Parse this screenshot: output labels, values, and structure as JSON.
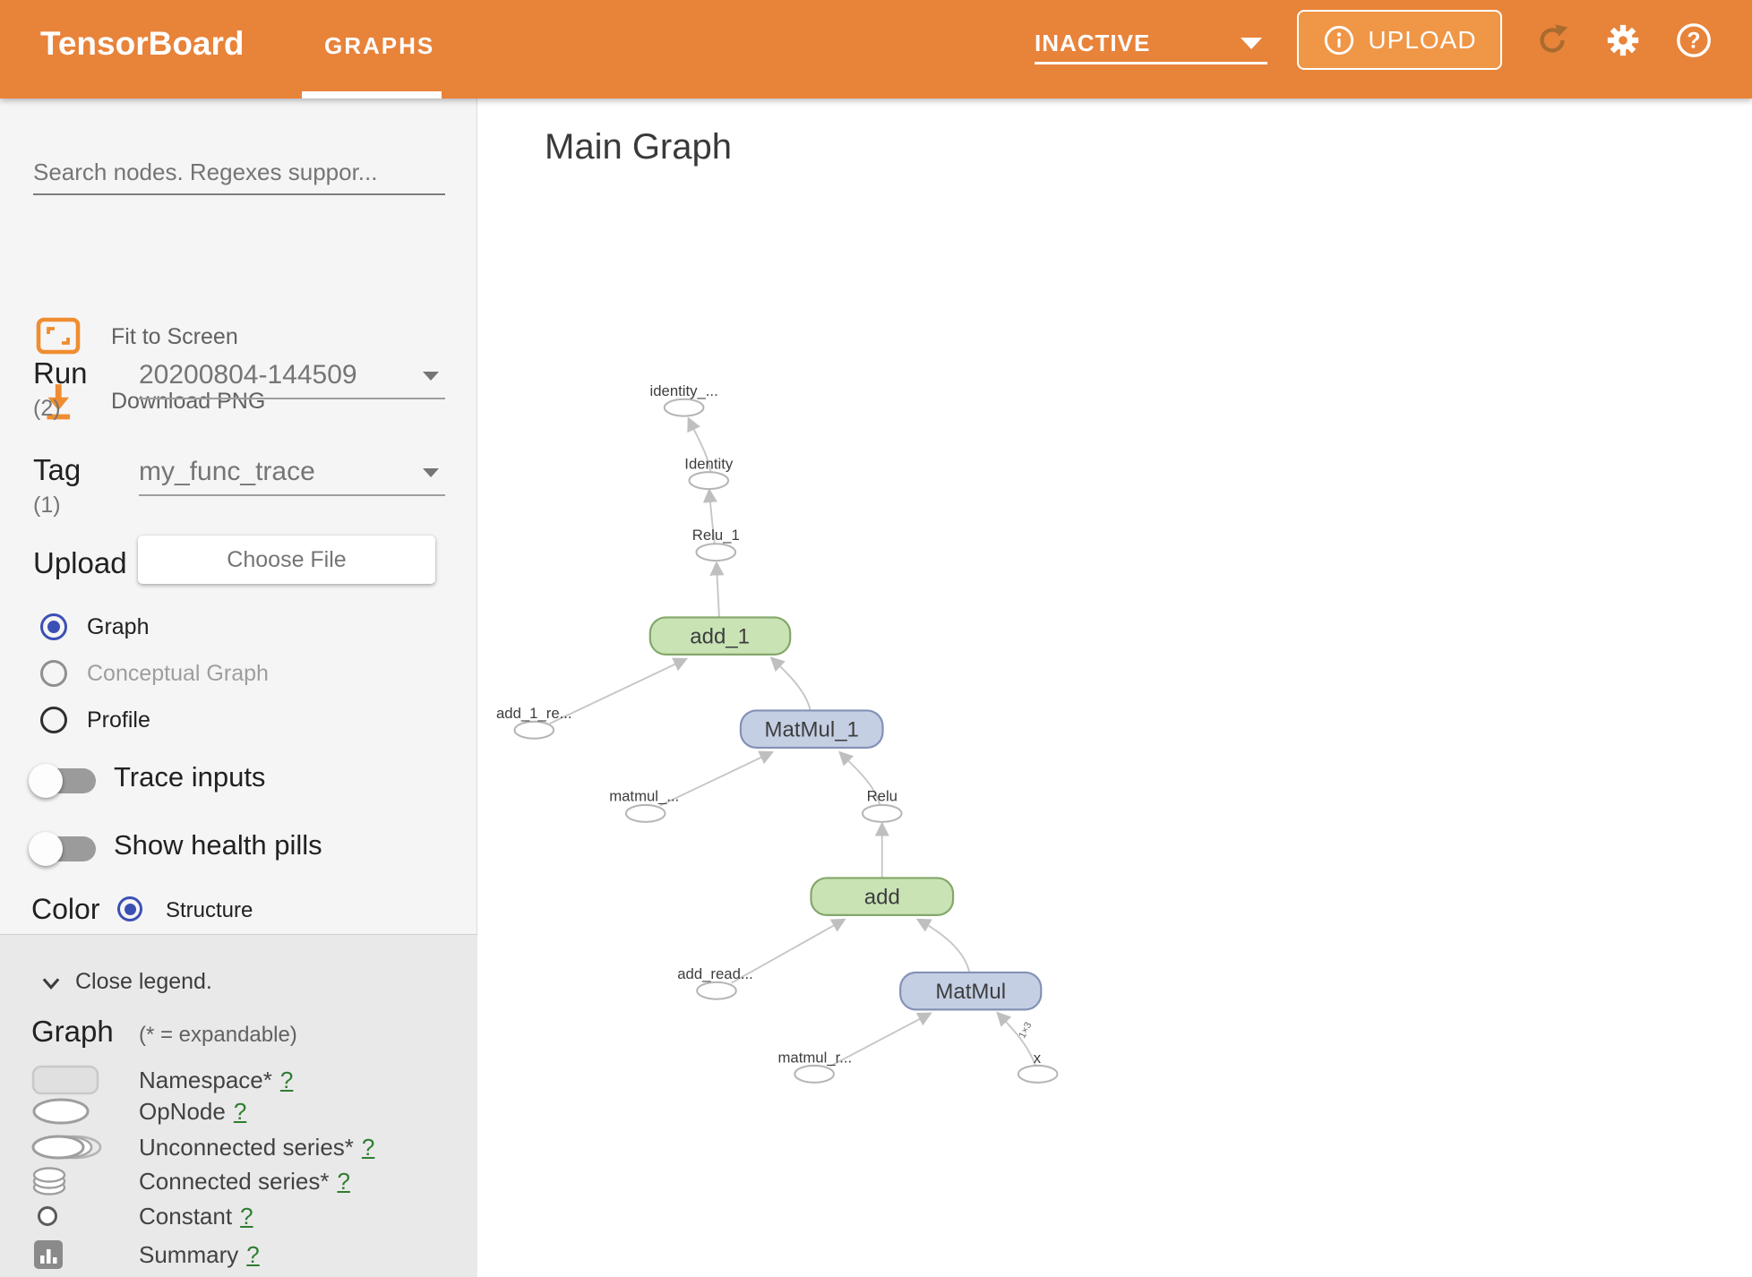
{
  "header": {
    "brand": "TensorBoard",
    "tab": "GRAPHS",
    "env_status": "INACTIVE",
    "upload_label": "UPLOAD"
  },
  "sidebar": {
    "search_placeholder": "Search nodes. Regexes suppor...",
    "fit_to_screen": "Fit to Screen",
    "download_png": "Download PNG",
    "run": {
      "label": "Run",
      "count": "(2)",
      "value": "20200804-144509"
    },
    "tag": {
      "label": "Tag",
      "count": "(1)",
      "value": "my_func_trace"
    },
    "upload": {
      "label": "Upload",
      "button": "Choose File"
    },
    "graph_type_options": [
      {
        "label": "Graph",
        "selected": true
      },
      {
        "label": "Conceptual Graph",
        "selected": false
      },
      {
        "label": "Profile",
        "selected": false
      }
    ],
    "toggles": [
      {
        "label": "Trace inputs",
        "on": false
      },
      {
        "label": "Show health pills",
        "on": false
      }
    ],
    "color_by": {
      "label": "Color",
      "option": "Structure",
      "selected": true
    },
    "legend": {
      "close_label": "Close legend.",
      "heading": "Graph",
      "note": "(* = expandable)",
      "items": [
        {
          "icon": "namespace",
          "label": "Namespace*",
          "help": "?"
        },
        {
          "icon": "opnode",
          "label": "OpNode",
          "help": "?"
        },
        {
          "icon": "unconnected-series",
          "label": "Unconnected series*",
          "help": "?"
        },
        {
          "icon": "connected-series",
          "label": "Connected series*",
          "help": "?"
        },
        {
          "icon": "constant",
          "label": "Constant",
          "help": "?"
        },
        {
          "icon": "summary",
          "label": "Summary",
          "help": "?"
        }
      ]
    }
  },
  "main": {
    "title": "Main Graph",
    "graph": {
      "colors": {
        "function_green": "#c9e3b5",
        "function_blue": "#c4cfe4",
        "edge": "#c6c6c6"
      },
      "nodes": [
        {
          "id": "identity_out",
          "label": "identity_...",
          "type": "op"
        },
        {
          "id": "Identity",
          "label": "Identity",
          "type": "op"
        },
        {
          "id": "Relu_1",
          "label": "Relu_1",
          "type": "op"
        },
        {
          "id": "add_1",
          "label": "add_1",
          "type": "function",
          "color": "green"
        },
        {
          "id": "add_1_read",
          "label": "add_1_re...",
          "type": "op"
        },
        {
          "id": "MatMul_1",
          "label": "MatMul_1",
          "type": "function",
          "color": "blue"
        },
        {
          "id": "matmul_read",
          "label": "matmul_...",
          "type": "op"
        },
        {
          "id": "Relu",
          "label": "Relu",
          "type": "op"
        },
        {
          "id": "add",
          "label": "add",
          "type": "function",
          "color": "green"
        },
        {
          "id": "add_read",
          "label": "add_read...",
          "type": "op"
        },
        {
          "id": "MatMul",
          "label": "MatMul",
          "type": "function",
          "color": "blue"
        },
        {
          "id": "matmul_read_1",
          "label": "matmul_r...",
          "type": "op"
        },
        {
          "id": "x",
          "label": "x",
          "type": "op"
        }
      ],
      "edges": [
        {
          "from": "Identity",
          "to": "identity_out"
        },
        {
          "from": "Relu_1",
          "to": "Identity"
        },
        {
          "from": "add_1",
          "to": "Relu_1"
        },
        {
          "from": "add_1_read",
          "to": "add_1"
        },
        {
          "from": "MatMul_1",
          "to": "add_1"
        },
        {
          "from": "matmul_read",
          "to": "MatMul_1"
        },
        {
          "from": "Relu",
          "to": "MatMul_1"
        },
        {
          "from": "add",
          "to": "Relu"
        },
        {
          "from": "add_read",
          "to": "add"
        },
        {
          "from": "MatMul",
          "to": "add"
        },
        {
          "from": "matmul_read_1",
          "to": "MatMul"
        },
        {
          "from": "x",
          "to": "MatMul",
          "shape": "1×3"
        }
      ],
      "edge_shape_label": "1×3"
    }
  }
}
